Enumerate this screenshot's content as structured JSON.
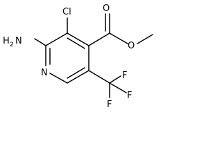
{
  "molecule": {
    "labels": {
      "amine": "H",
      "amine_n": "N",
      "amine_sub": "2",
      "chloro": "Cl",
      "ring_n": "N",
      "ester_o_carbonyl": "O",
      "ester_o_ether": "O",
      "f_top": "F",
      "f_right": "F",
      "f_bottom": "F"
    },
    "colors": {
      "bond": "#000000",
      "text": "#000000",
      "background": "#ffffff"
    }
  }
}
